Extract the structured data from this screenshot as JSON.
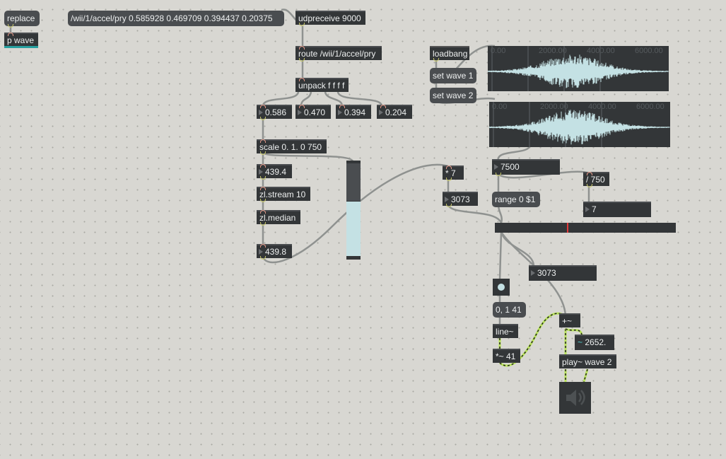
{
  "objects": {
    "replace": "replace",
    "p_wave": "p wave",
    "osc_message": "/wii/1/accel/pry 0.585928 0.469709 0.394437 0.20375",
    "udpreceive": "udpreceive 9000",
    "route": "route /wii/1/accel/pry",
    "unpack": "unpack f f f f",
    "num1": "0.586",
    "num2": "0.470",
    "num3": "0.394",
    "num4": "0.204",
    "scale": "scale 0. 1. 0 750",
    "num_scaled": "439.4",
    "zl_stream": "zl.stream 10",
    "zl_median": "zl.median",
    "num_median": "439.8",
    "loadbang": "loadbang",
    "set_wave1": "set wave 1",
    "set_wave2": "set wave 2",
    "mul7": "* 7",
    "num_mul": "3073",
    "num_7500": "7500",
    "range": "range 0 $1",
    "div750": "/ 750",
    "num_7": "7",
    "num_pos": "3073",
    "msg_line": "0, 1 41",
    "line": "line~",
    "mul41": "*~ 41",
    "plus": "+~",
    "sig_num": "2652.",
    "play": "play~ wave 2"
  },
  "waveform_ticks": [
    "0.00",
    "2000.00",
    "4000.00",
    "6000.00"
  ],
  "slider": {
    "value": 439.4,
    "max": 750,
    "fraction": 0.586
  },
  "playbar": {
    "fraction": 0.4
  },
  "colors": {
    "wave": "#c4e1e4",
    "slider_fill": "#c4e1e4",
    "playhead": "#e03a3a",
    "signal_cord": "#b8e35a"
  }
}
